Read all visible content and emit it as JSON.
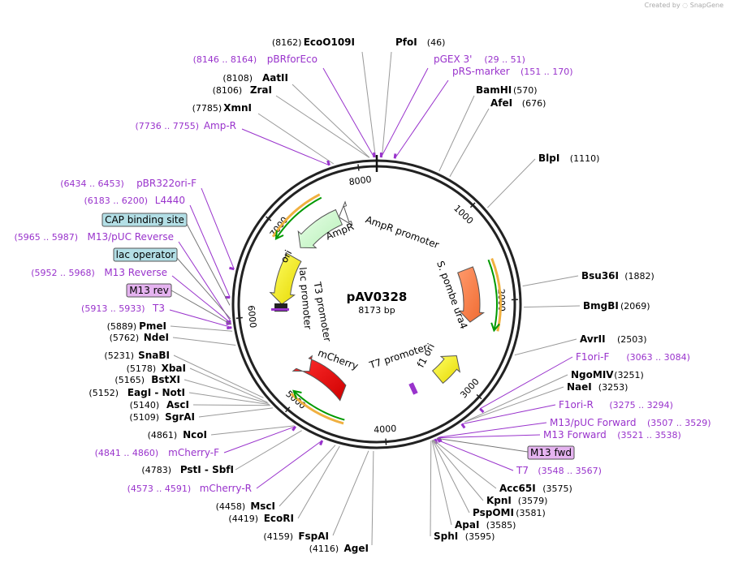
{
  "credit": {
    "prefix": "Created by",
    "brand": "SnapGene"
  },
  "plasmid": {
    "name": "pAV0328",
    "length": "8173 bp"
  },
  "ticks": [
    "1000",
    "2000",
    "3000",
    "4000",
    "5000",
    "6000",
    "7000",
    "8000"
  ],
  "features": [
    {
      "label": "AmpR",
      "color": "#ccffcc"
    },
    {
      "label": "AmpR promoter",
      "color": "#ffffff"
    },
    {
      "label": "ori",
      "color": "#ffff00"
    },
    {
      "label": "lac promoter",
      "color": "#ffffff"
    },
    {
      "label": "T3 promoter",
      "color": "#ffffff"
    },
    {
      "label": "S. pombe ura4",
      "color": "#ff7f50"
    },
    {
      "label": "T7 promoter",
      "color": "#ffffff"
    },
    {
      "label": "f1 ori",
      "color": "#ffff00"
    },
    {
      "label": "mCherry",
      "color": "#ff0000"
    }
  ],
  "enzymes": [
    {
      "name": "EcoO109I",
      "pos": "(8162)"
    },
    {
      "name": "PfoI",
      "pos": "(46)"
    },
    {
      "name": "AatII",
      "pos": "(8108)"
    },
    {
      "name": "ZraI",
      "pos": "(8106)"
    },
    {
      "name": "XmnI",
      "pos": "(7785)"
    },
    {
      "name": "BamHI",
      "pos": "(570)"
    },
    {
      "name": "AfeI",
      "pos": "(676)"
    },
    {
      "name": "BlpI",
      "pos": "(1110)"
    },
    {
      "name": "Bsu36I",
      "pos": "(1882)"
    },
    {
      "name": "BmgBI",
      "pos": "(2069)"
    },
    {
      "name": "AvrII",
      "pos": "(2503)"
    },
    {
      "name": "NgoMIV",
      "pos": "(3251)"
    },
    {
      "name": "NaeI",
      "pos": "(3253)"
    },
    {
      "name": "Acc65I",
      "pos": "(3575)"
    },
    {
      "name": "KpnI",
      "pos": "(3579)"
    },
    {
      "name": "PspOMI",
      "pos": "(3581)"
    },
    {
      "name": "ApaI",
      "pos": "(3585)"
    },
    {
      "name": "SphI",
      "pos": "(3595)"
    },
    {
      "name": "AgeI",
      "pos": "(4116)"
    },
    {
      "name": "FspAI",
      "pos": "(4159)"
    },
    {
      "name": "EcoRI",
      "pos": "(4419)"
    },
    {
      "name": "MscI",
      "pos": "(4458)"
    },
    {
      "name": "PstI - SbfI",
      "pos": "(4783)"
    },
    {
      "name": "NcoI",
      "pos": "(4861)"
    },
    {
      "name": "SgrAI",
      "pos": "(5109)"
    },
    {
      "name": "AscI",
      "pos": "(5140)"
    },
    {
      "name": "EagI - NotI",
      "pos": "(5152)"
    },
    {
      "name": "BstXI",
      "pos": "(5165)"
    },
    {
      "name": "XbaI",
      "pos": "(5178)"
    },
    {
      "name": "SnaBI",
      "pos": "(5231)"
    },
    {
      "name": "NdeI",
      "pos": "(5762)"
    },
    {
      "name": "PmeI",
      "pos": "(5889)"
    }
  ],
  "primers": [
    {
      "name": "pBRforEco",
      "range": "(8146 .. 8164)"
    },
    {
      "name": "pGEX 3'",
      "range": "(29 .. 51)"
    },
    {
      "name": "pRS-marker",
      "range": "(151 .. 170)"
    },
    {
      "name": "Amp-R",
      "range": "(7736 .. 7755)"
    },
    {
      "name": "pBR322ori-F",
      "range": "(6434 .. 6453)"
    },
    {
      "name": "L4440",
      "range": "(6183 .. 6200)"
    },
    {
      "name": "M13/pUC Reverse",
      "range": "(5965 .. 5987)"
    },
    {
      "name": "M13 Reverse",
      "range": "(5952 .. 5968)"
    },
    {
      "name": "T3",
      "range": "(5913 .. 5933)"
    },
    {
      "name": "F1ori-F",
      "range": "(3063 .. 3084)"
    },
    {
      "name": "F1ori-R",
      "range": "(3275 .. 3294)"
    },
    {
      "name": "M13/pUC Forward",
      "range": "(3507 .. 3529)"
    },
    {
      "name": "M13 Forward",
      "range": "(3521 .. 3538)"
    },
    {
      "name": "T7",
      "range": "(3548 .. 3567)"
    },
    {
      "name": "mCherry-F",
      "range": "(4841 .. 4860)"
    },
    {
      "name": "mCherry-R",
      "range": "(4573 .. 4591)"
    }
  ],
  "boxed": [
    {
      "label": "CAP binding site",
      "fill": "#b3dfe6"
    },
    {
      "label": "lac operator",
      "fill": "#b3dfe6"
    },
    {
      "label": "M13 rev",
      "fill": "#e5b3f0"
    },
    {
      "label": "M13 fwd",
      "fill": "#e5b3f0"
    }
  ],
  "colors": {
    "primer": "#9933cc",
    "enzyme": "#000000",
    "leader": "#999999",
    "arrowOutline": "#009900"
  }
}
